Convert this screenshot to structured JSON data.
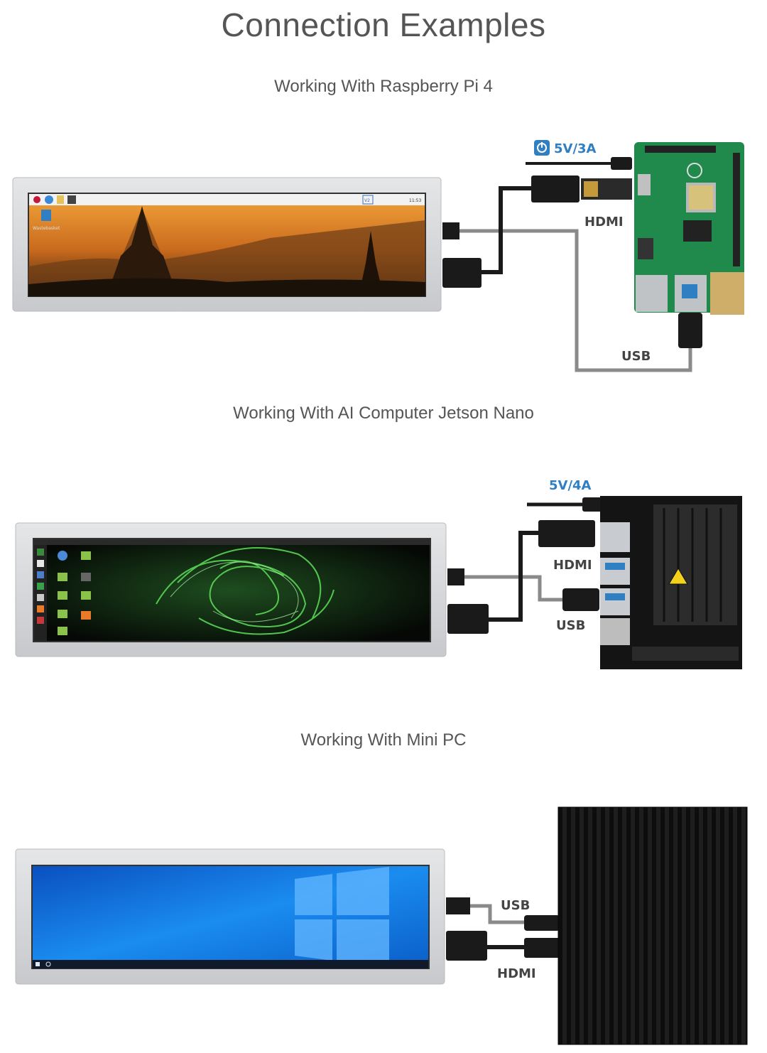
{
  "page": {
    "title": "Connection Examples"
  },
  "sections": [
    {
      "subtitle": "Working With Raspberry Pi 4",
      "power_label": "5V/3A",
      "hdmi_label": "HDMI",
      "usb_label": "USB",
      "screen_taskbar_time": "11:53",
      "screen_icon_label": "Wastebasket",
      "screen_tray_badge": "V2"
    },
    {
      "subtitle": "Working With AI Computer Jetson Nano",
      "power_label": "5V/4A",
      "hdmi_label": "HDMI",
      "usb_label": "USB"
    },
    {
      "subtitle": "Working With Mini PC",
      "usb_label": "USB",
      "hdmi_label": "HDMI"
    }
  ],
  "colors": {
    "bezel": "#d5d7da",
    "cable": "#1a1a1a",
    "usb_cable": "#8a8a8a",
    "pi_board": "#1f8a4c",
    "power_blue": "#2f7fc2",
    "win_blue": "#1177e0"
  }
}
